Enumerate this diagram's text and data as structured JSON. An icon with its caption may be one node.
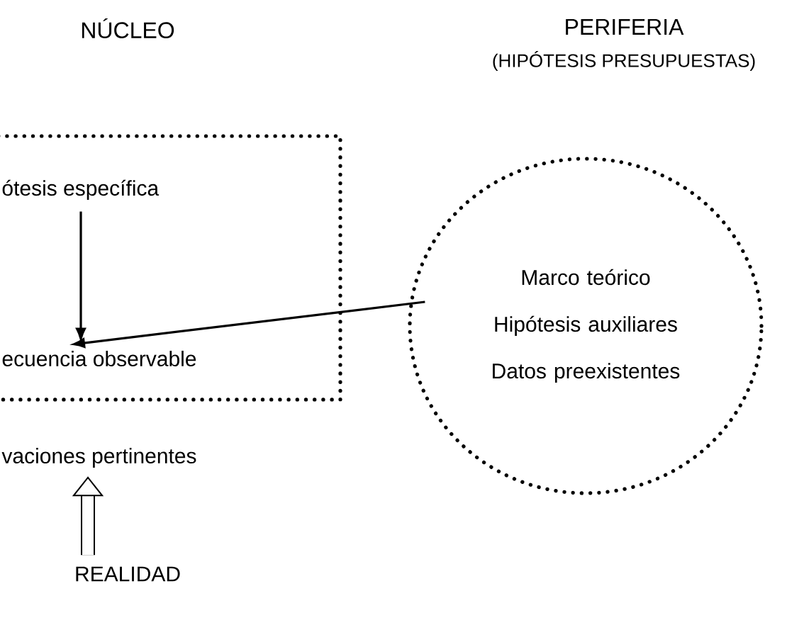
{
  "diagram": {
    "nodes": [
      {
        "text": [],
        "shape": "box"
      },
      {
        "text": [
          "ótesis específica"
        ],
        "in": 0
      },
      {
        "text": [
          "ecuencia observable"
        ],
        "in": 0
      },
      {
        "text": [
          "Marco teórico Hipótesis auxiliares Datos preexistentes"
        ]
      },
      {
        "text": [
          "vaciones pertinentes"
        ]
      },
      {
        "text": [
          "REALIDAD"
        ]
      }
    ],
    "edges": [
      {
        "from": 1,
        "to": 2,
        "arrow": "to"
      },
      {
        "from": 3,
        "to": 2,
        "arrow": "to"
      },
      {
        "from": 5,
        "to": 4,
        "arrow": "to",
        "style": "thick"
      }
    ],
    "labels": [
      "NÚCLEO",
      "PERIFERIA",
      "(HIPÓTESIS PRESUPUESTAS)"
    ]
  }
}
